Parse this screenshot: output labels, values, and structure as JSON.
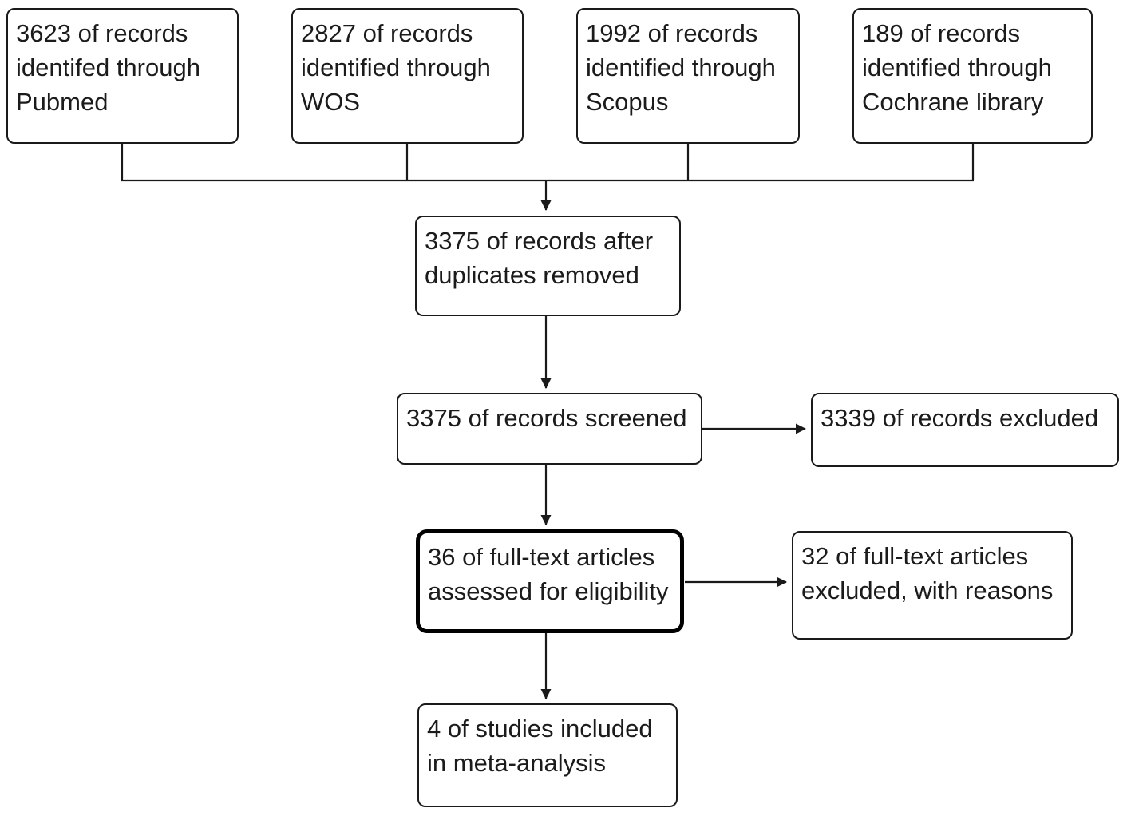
{
  "colors": {
    "ink": "#1a1a1a",
    "paper": "#ffffff"
  },
  "nodes": {
    "pubmed": {
      "lines": [
        "3623 of records",
        "identifed through",
        "Pubmed"
      ]
    },
    "wos": {
      "lines": [
        "2827 of records",
        "identified through",
        "WOS"
      ]
    },
    "scopus": {
      "lines": [
        "1992 of records",
        "identified through",
        "Scopus"
      ]
    },
    "cochrane": {
      "lines": [
        "189 of records",
        "identified through",
        "Cochrane library"
      ]
    },
    "duplicates": {
      "lines": [
        "3375 of records after",
        "duplicates removed"
      ]
    },
    "screened": {
      "lines": [
        "3375 of records screened"
      ]
    },
    "excluded": {
      "lines": [
        "3339 of records excluded"
      ]
    },
    "eligibility": {
      "lines": [
        "36 of full-text articles",
        "assessed for eligibility"
      ]
    },
    "reasons": {
      "lines": [
        "32 of full-text articles",
        "excluded, with reasons"
      ]
    },
    "included": {
      "lines": [
        "4 of studies included",
        "in meta-analysis"
      ]
    }
  }
}
